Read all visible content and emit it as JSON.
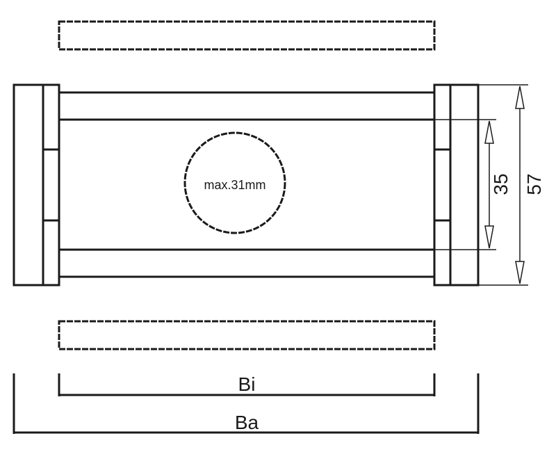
{
  "diagram": {
    "hole_label": "max.31mm",
    "dim_inner_height": "35",
    "dim_outer_height": "57",
    "dim_inner_width": "Bi",
    "dim_outer_width": "Ba"
  },
  "colors": {
    "line": "#1a1a1a",
    "background": "#ffffff"
  }
}
